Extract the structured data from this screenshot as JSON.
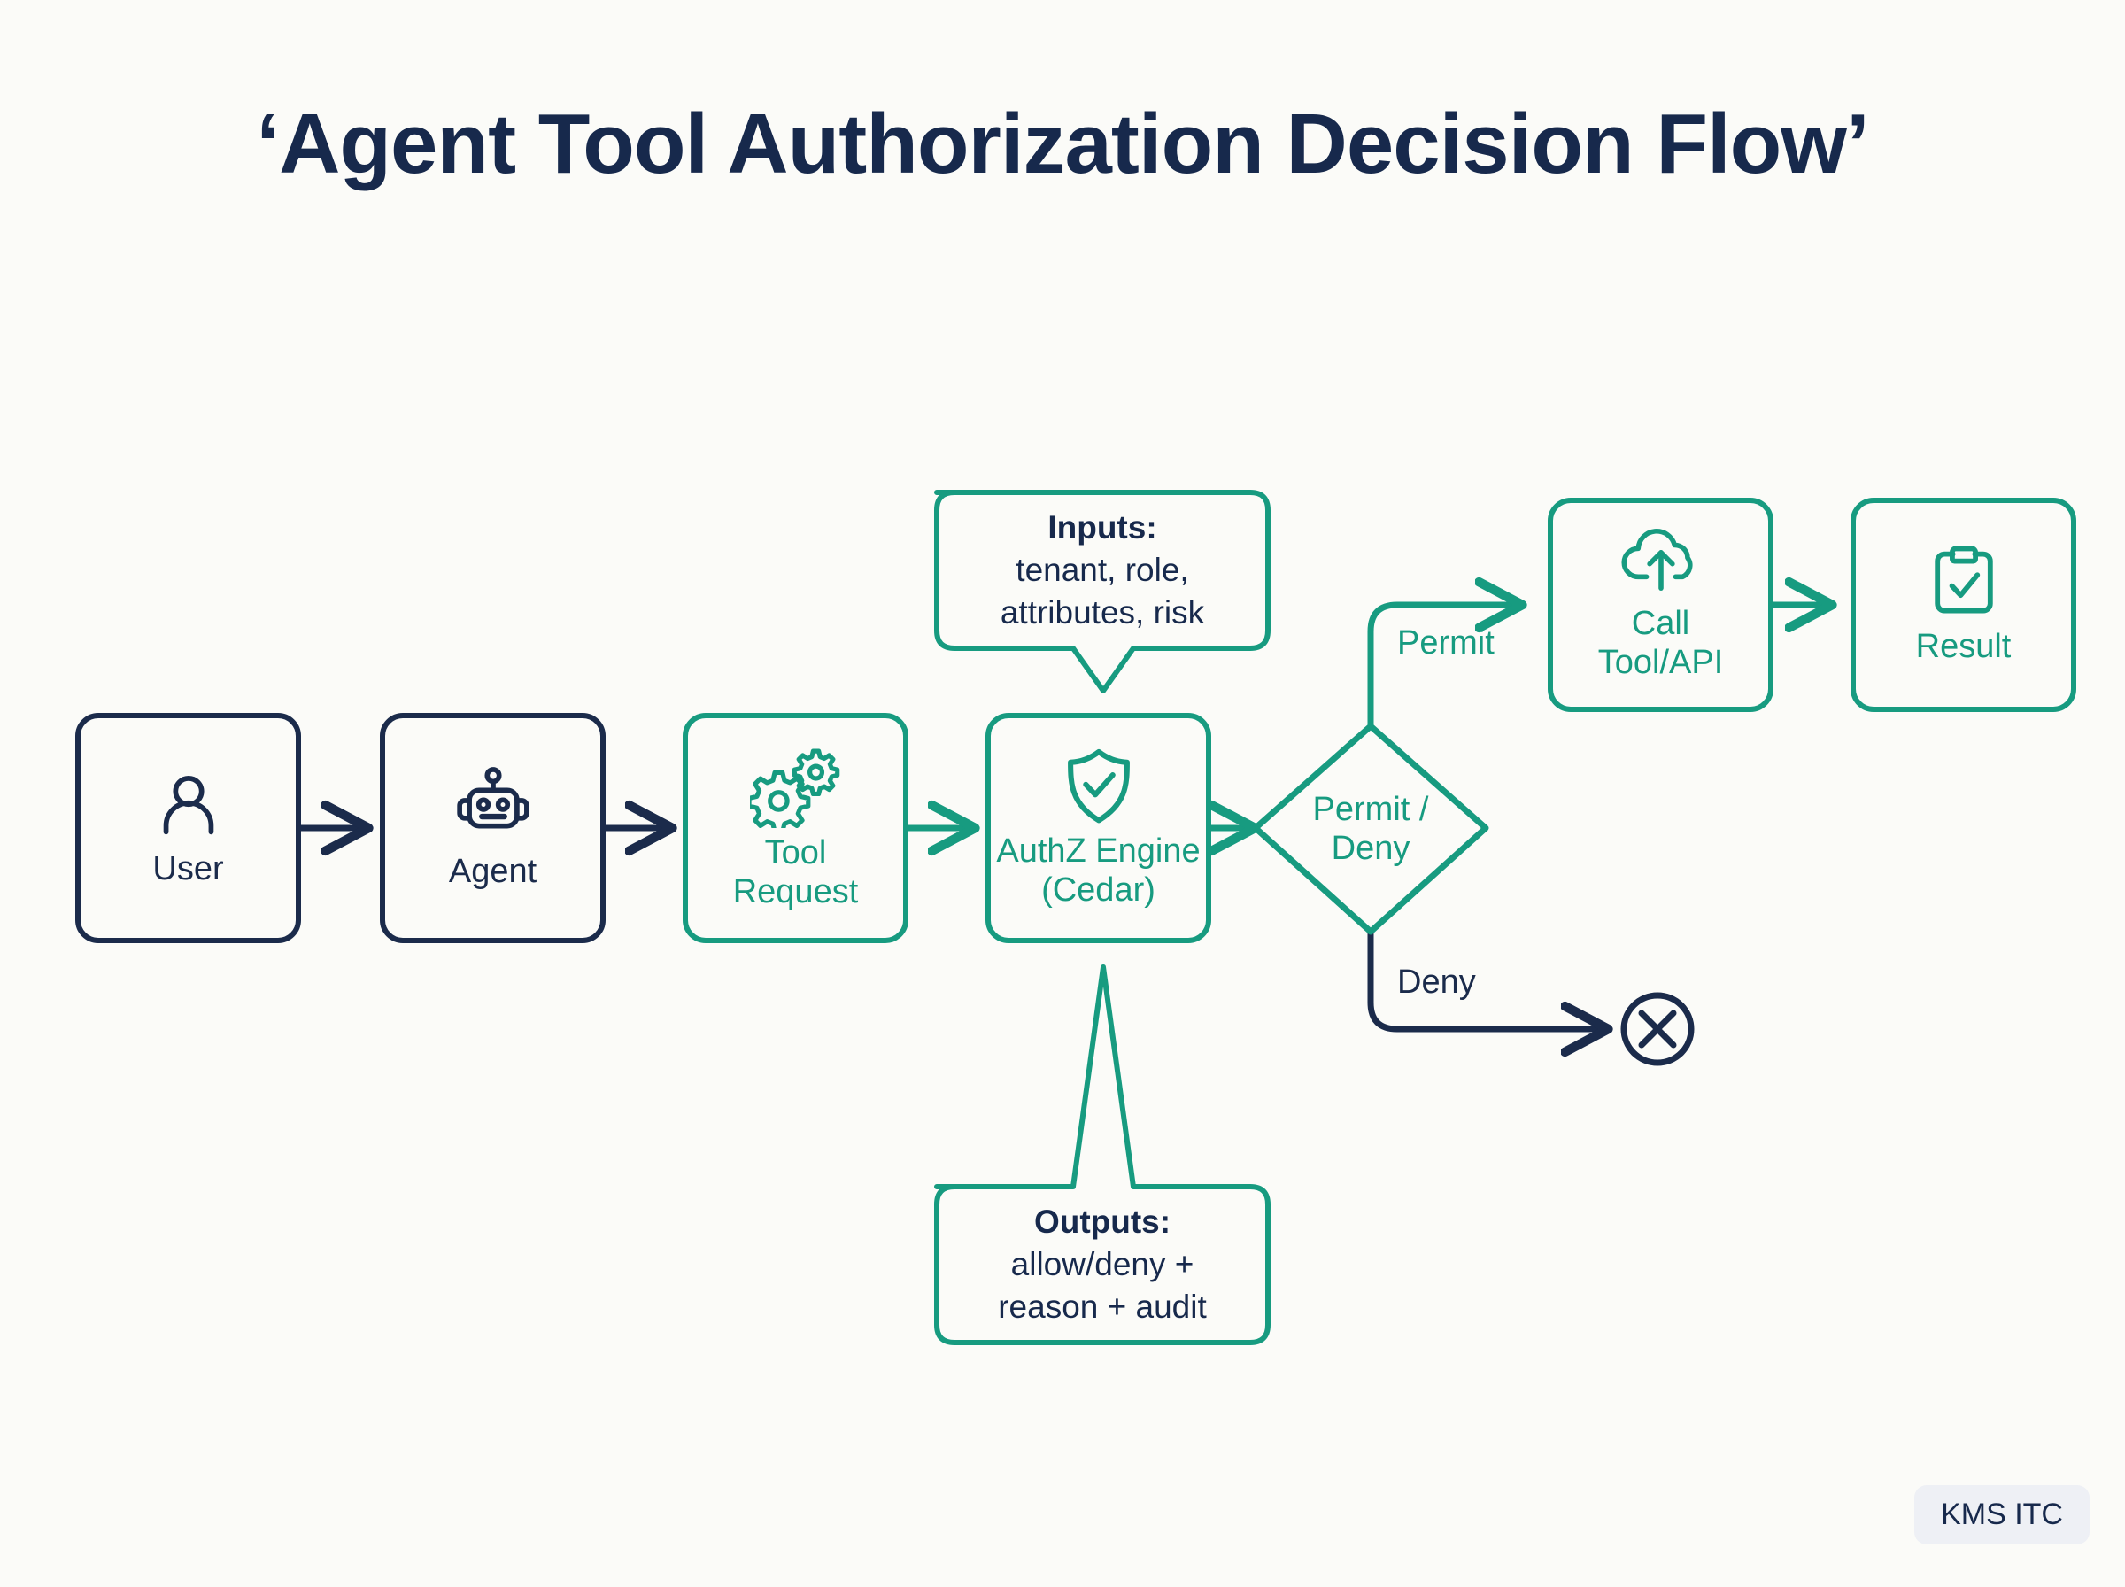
{
  "title": "‘Agent Tool Authorization Decision Flow’",
  "colors": {
    "background": "#fbfbf8",
    "navy": "#1b2b4b",
    "title_navy": "#17294c",
    "teal": "#179b80",
    "badge_bg": "#eef0f5"
  },
  "nodes": {
    "user": {
      "label": "User",
      "icon": "person-icon",
      "accent": "navy"
    },
    "agent": {
      "label": "Agent",
      "icon": "robot-icon",
      "accent": "navy"
    },
    "tool_request": {
      "label": "Tool\nRequest",
      "icon": "gears-icon",
      "accent": "teal"
    },
    "authz": {
      "label": "AuthZ Engine\n(Cedar)",
      "icon": "shield-check-icon",
      "accent": "teal"
    },
    "decision": {
      "label": "Permit /\nDeny",
      "icon": "diamond-shape",
      "accent": "teal"
    },
    "call_tool": {
      "label": "Call\nTool/API",
      "icon": "cloud-upload-icon",
      "accent": "teal"
    },
    "result": {
      "label": "Result",
      "icon": "clipboard-check-icon",
      "accent": "teal"
    },
    "denied_end": {
      "label": "",
      "icon": "circle-x-icon",
      "accent": "navy"
    }
  },
  "callouts": {
    "inputs": {
      "title": "Inputs:",
      "line1": "tenant, role,",
      "line2": "attributes, risk",
      "pointer": "down"
    },
    "outputs": {
      "title": "Outputs:",
      "line1": "allow/deny +",
      "line2": "reason + audit",
      "pointer": "up"
    }
  },
  "edges": {
    "permit_label": "Permit",
    "deny_label": "Deny"
  },
  "watermark": {
    "label": "KMS ITC"
  }
}
